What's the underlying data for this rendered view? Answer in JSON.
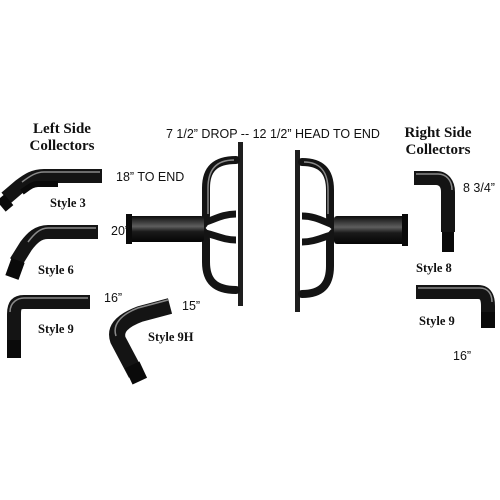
{
  "headings": {
    "left_side_line1": "Left Side",
    "left_side_line2": "Collectors",
    "right_side_line1": "Right Side",
    "right_side_line2": "Collectors",
    "center_spec": "7 1/2” DROP -- 12 1/2” HEAD TO END"
  },
  "left_collectors": [
    {
      "style": "Style 3",
      "dimension": "18” TO END"
    },
    {
      "style": "Style 6",
      "dimension": "20”"
    },
    {
      "style": "Style 9",
      "dimension": "16”"
    },
    {
      "style": "Style 9H",
      "dimension": "15”"
    }
  ],
  "right_collectors": [
    {
      "style": "Style 8",
      "dimension": "8 3/4”"
    },
    {
      "style": "Style 9",
      "dimension": "16”"
    }
  ],
  "colors": {
    "pipe": "#141414",
    "highlight": "#8a8a8a",
    "flange": "#1e1e1e"
  }
}
